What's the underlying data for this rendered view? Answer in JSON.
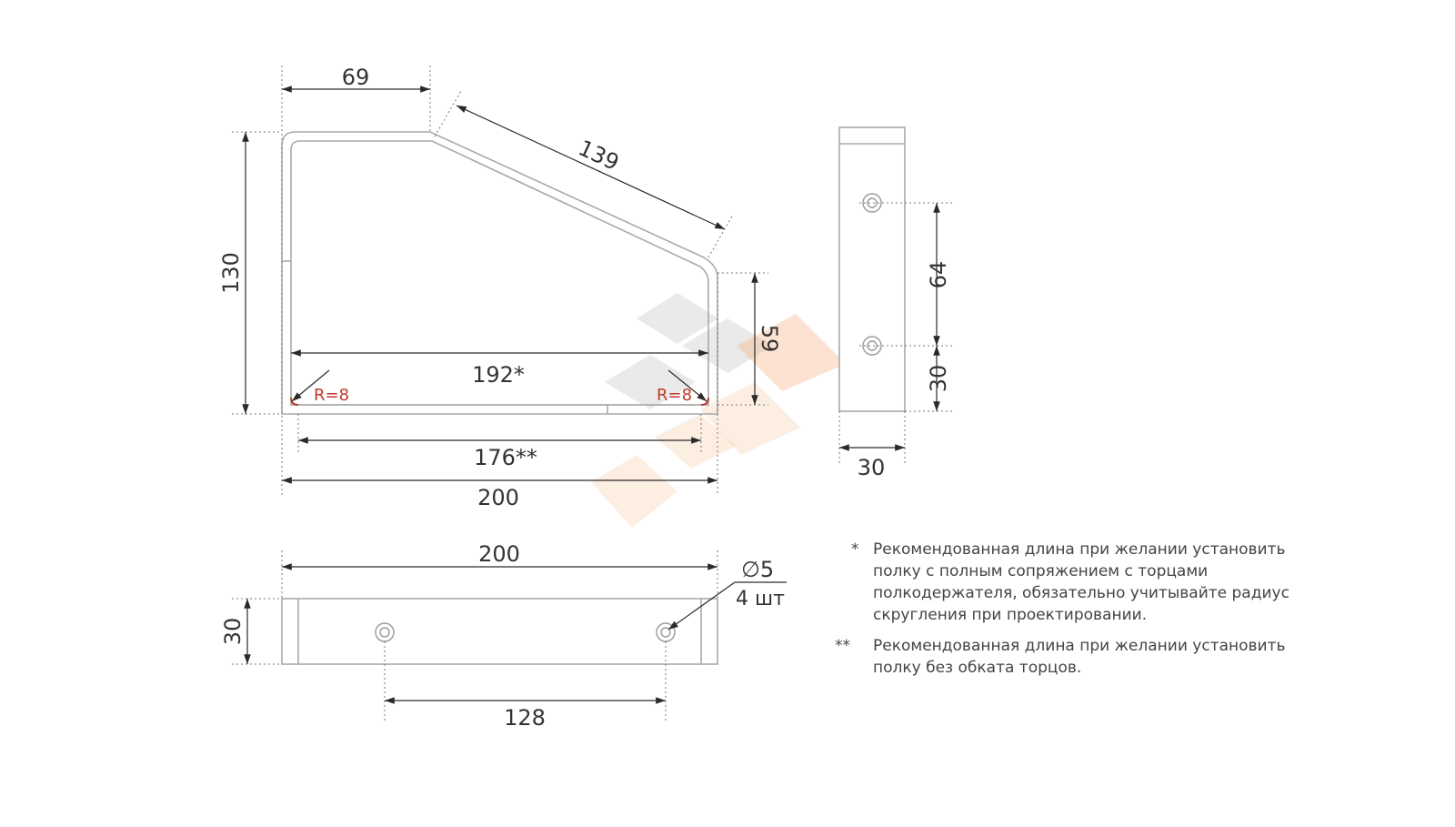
{
  "dimensions": {
    "side_top_width": "69",
    "side_slope_length": "139",
    "side_height": "130",
    "side_front_height": "59",
    "side_inner_width": "192*",
    "side_bottom_inner": "176**",
    "side_total_width": "200",
    "radius_left": "R=8",
    "radius_right": "R=8",
    "end_hole_spacing": "64",
    "end_hole_offset": "30",
    "end_width": "30",
    "bottom_length": "200",
    "bottom_height": "30",
    "hole_diameter": "∅5",
    "hole_count": "4 шт",
    "hole_spacing": "128"
  },
  "notes": [
    {
      "mark": "*",
      "text": "Рекомендованная длина при желании установить полку с полным сопряжением с торцами полкодержателя, обязательно учитывайте радиус скругления при проектировании."
    },
    {
      "mark": "**",
      "text": "Рекомендованная длина при желании установить полку без обката торцов."
    }
  ],
  "colors": {
    "outline": "#a9a9a9",
    "dimension": "#2a2a2a",
    "radius_accent": "#c0392b",
    "watermark_orange": "#f6b07a",
    "watermark_grey": "#d8d8d8"
  }
}
